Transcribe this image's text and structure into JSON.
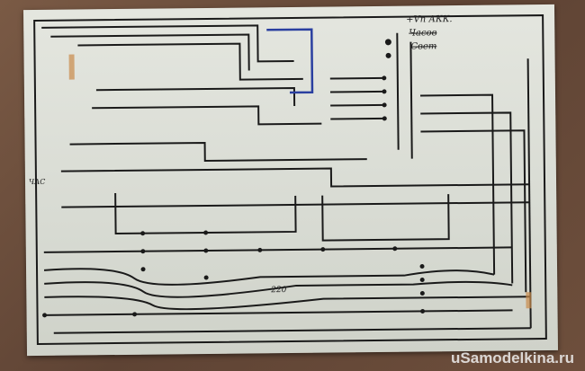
{
  "photo": {
    "labels": {
      "power_plus": "+Vп АКК.",
      "clock": "Часов",
      "light": "Свет",
      "left_label": "ЧАС",
      "mains": "220"
    },
    "watermark": "uSamodelkina.ru",
    "colors": {
      "paper": "#dcdfd7",
      "ink": "#1a1a1a",
      "blue_ink": "#2a3fa0",
      "wood": "#6a4b39",
      "orange_spot": "#c98a4a"
    }
  }
}
